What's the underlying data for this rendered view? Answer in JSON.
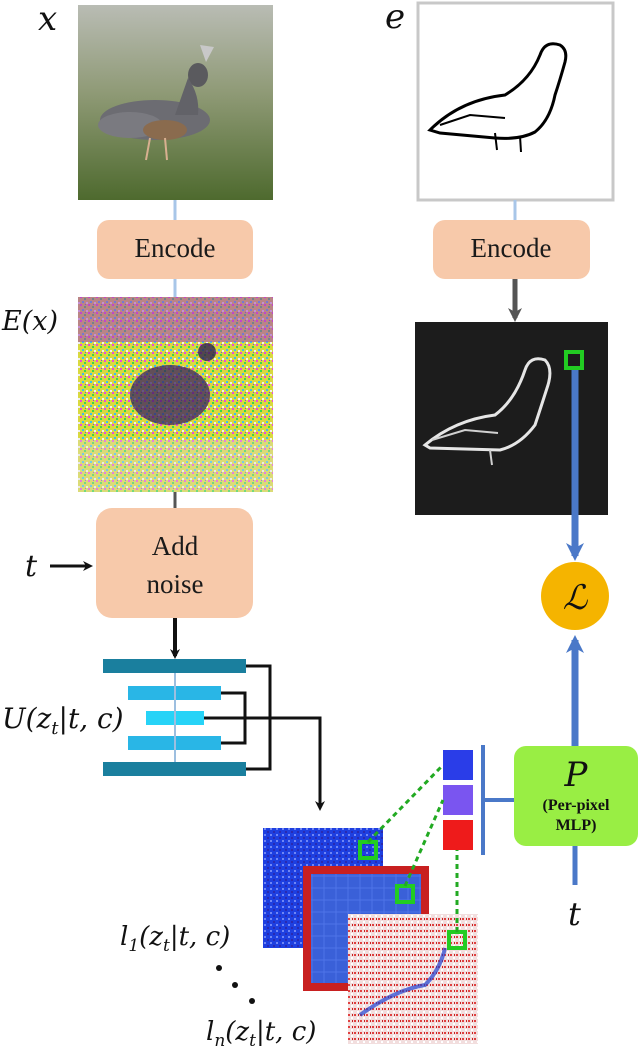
{
  "labels": {
    "x": "x",
    "e": "e",
    "ex": "E(x)",
    "t_left": "t",
    "unet": "U(z",
    "unet_sub": "t",
    "unet_rest": "|t, c)",
    "l1": "l",
    "l1_sub1": "1",
    "l1_rest": "(z",
    "l1_sub2": "t",
    "l1_tail": "|t, c)",
    "ln": "l",
    "ln_sub1": "n",
    "ln_rest": "(z",
    "ln_sub2": "t",
    "ln_tail": "|t, c)",
    "t_right": "t",
    "loss": "ℒ"
  },
  "boxes": {
    "encode_left": "Encode",
    "encode_right": "Encode",
    "add_noise_line1": "Add",
    "add_noise_line2": "noise",
    "mlp_title": "P",
    "mlp_line1": "(Per-pixel",
    "mlp_line2": "MLP)"
  },
  "colors": {
    "box_fill": "#f7c9aa",
    "mlp_fill": "#99ee44",
    "loss_fill": "#f5b400",
    "arrow_blue": "#4a78c8",
    "unet_dark": "#1a7f9e",
    "unet_light": "#29b6e6",
    "unet_bright": "#27d3f7",
    "feature_1": "#2a3de8",
    "feature_2": "#7a55f0",
    "feature_3": "#ee1b1b",
    "marker_green": "#22cc22"
  },
  "icons": [
    "bird-photo-image",
    "bird-sketch-image",
    "noisy-latent-image",
    "edge-feature-image",
    "feature-map-stack"
  ]
}
